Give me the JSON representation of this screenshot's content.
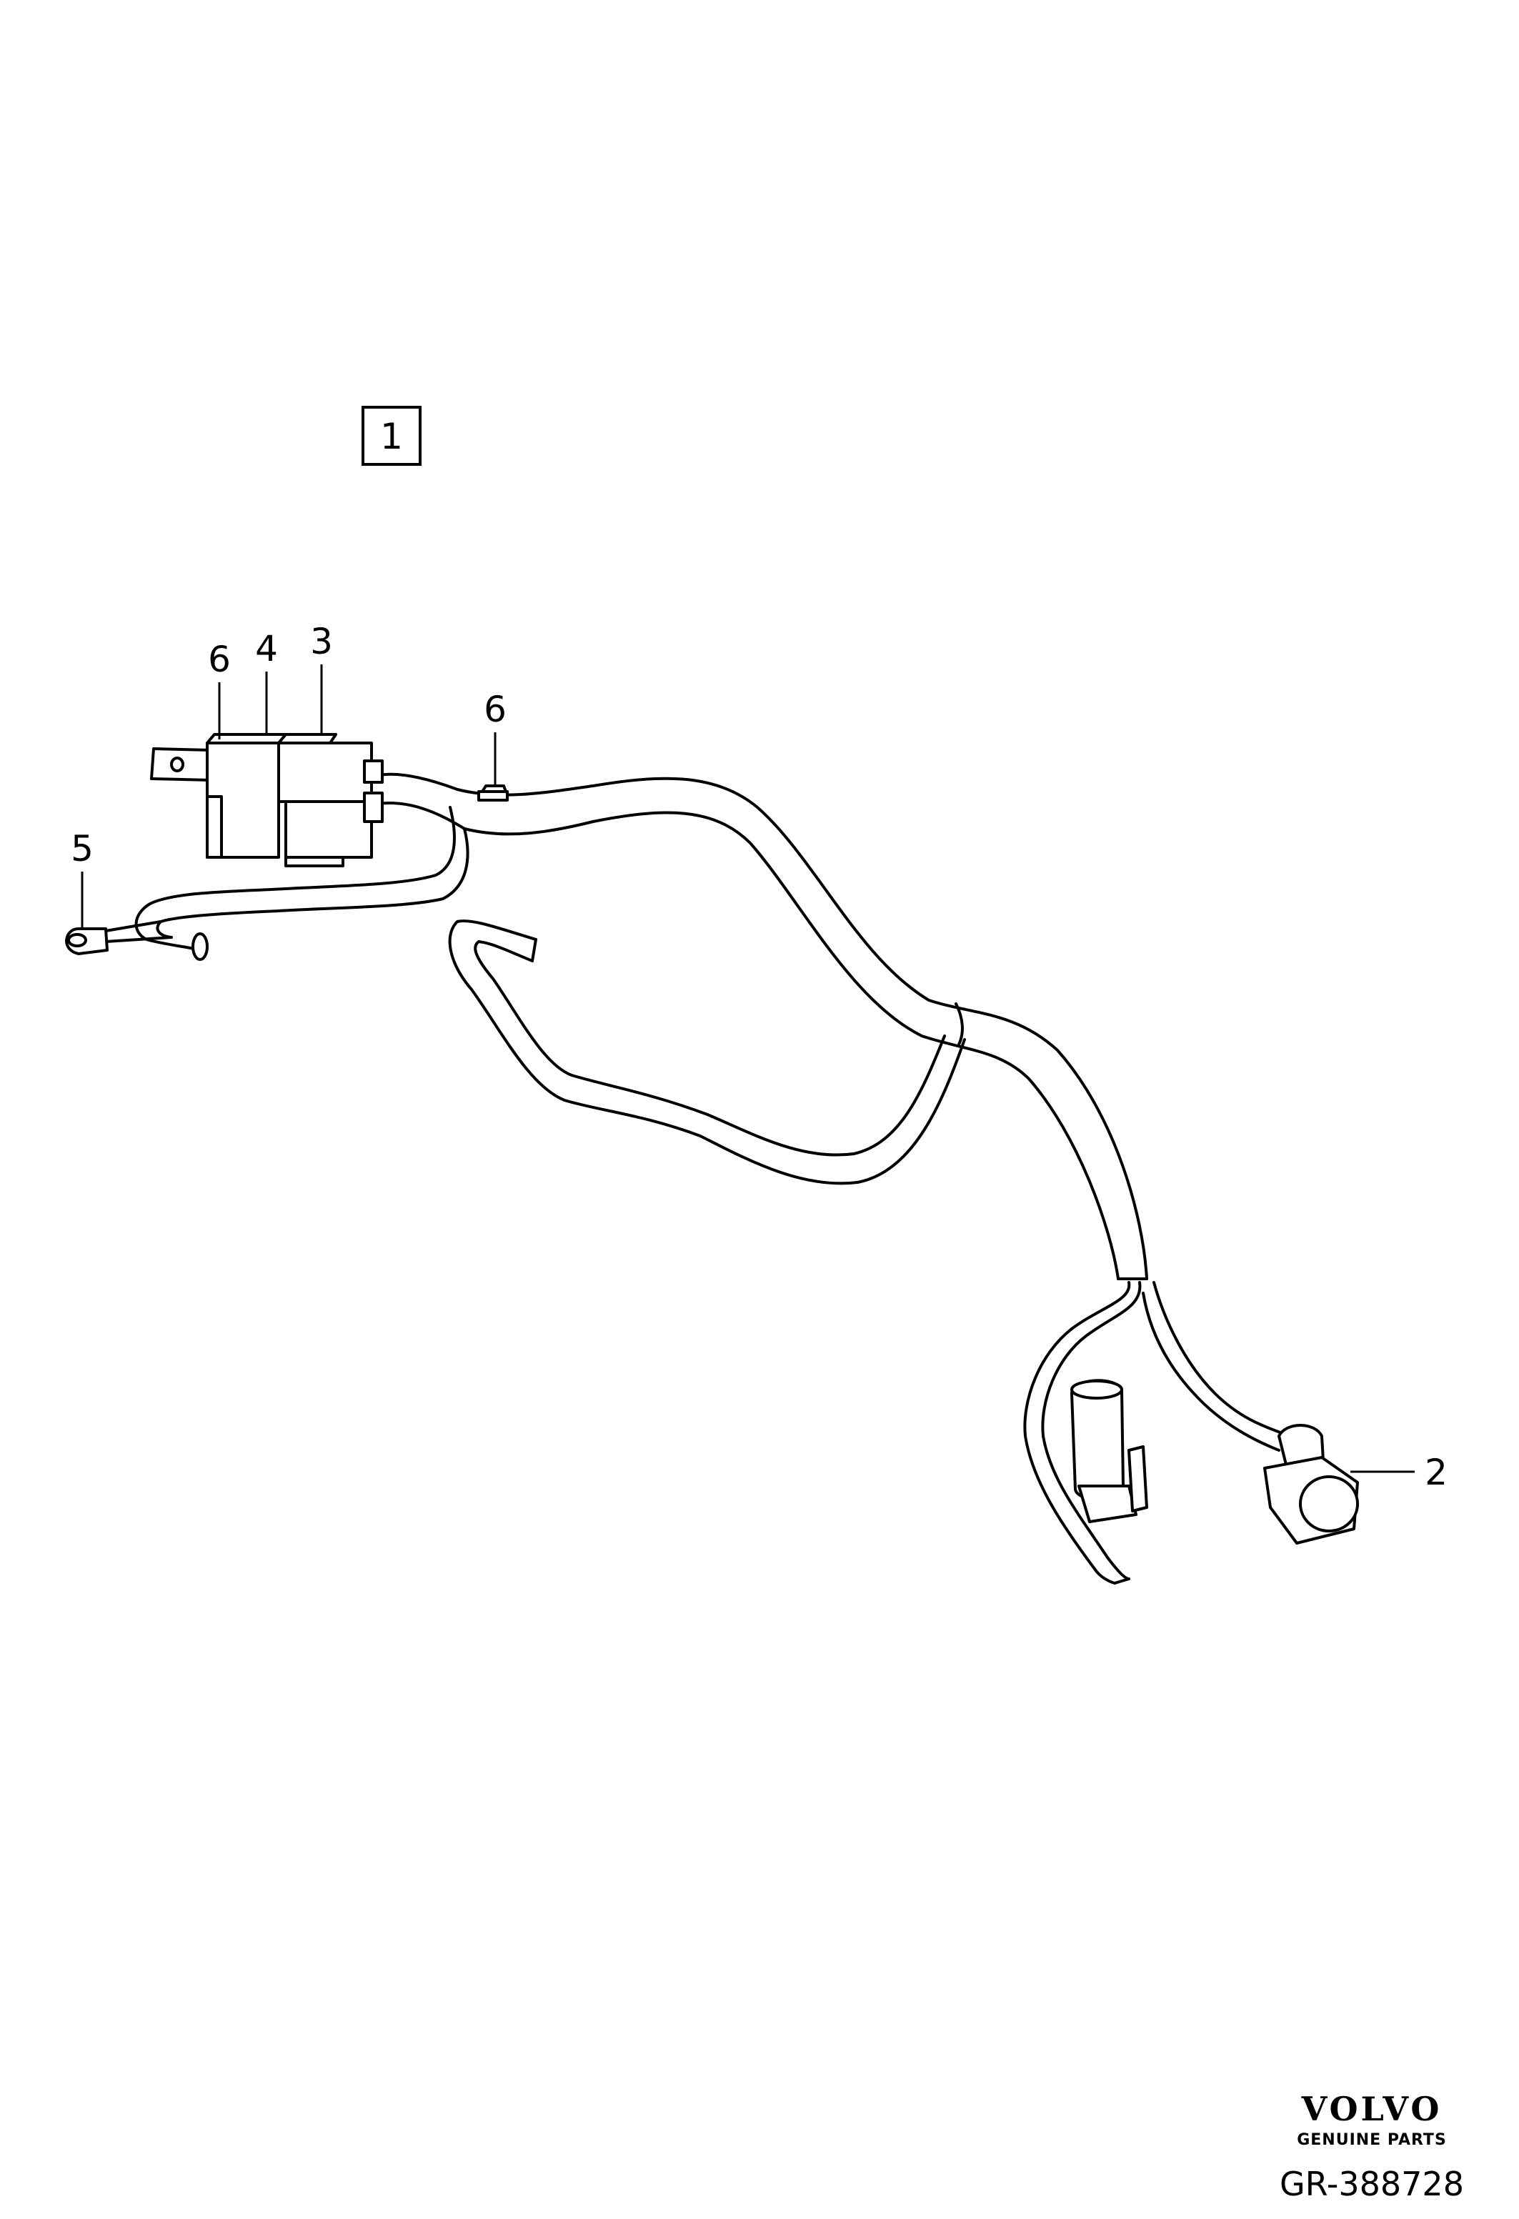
{
  "diagram": {
    "group_label": "1",
    "callouts": {
      "relay_left": "6",
      "relay_mid": "4",
      "relay_right": "3",
      "clip": "6",
      "ground_eyelet": "5",
      "connector": "2"
    }
  },
  "footer": {
    "brand": "VOLVO",
    "brand_sub": "GENUINE PARTS",
    "reference": "GR-388728"
  }
}
